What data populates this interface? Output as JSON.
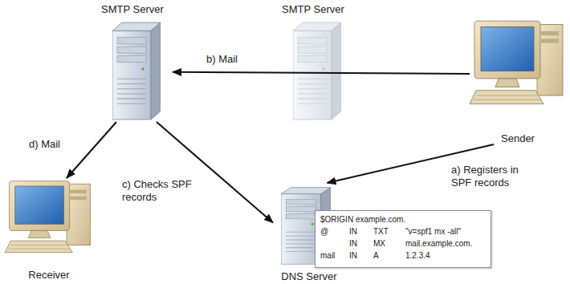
{
  "diagram": {
    "nodes": [
      {
        "text": [
          "SMTP Server"
        ]
      },
      {
        "text": [
          "SMTP Server"
        ]
      },
      {
        "text": [
          "Sender"
        ]
      },
      {
        "text": [
          "Receiver"
        ]
      },
      {
        "text": [
          "DNS Server"
        ]
      },
      {
        "text": [
          "$ORIGIN example.com.",
          "@",
          "IN",
          "TXT",
          "\"v=spf1 mx -all\"",
          "IN",
          "MX",
          "mail.example.com.",
          "mail",
          "IN",
          "A",
          "1.2.3.4"
        ]
      }
    ],
    "edges": [
      {
        "from": 2,
        "to": 0,
        "arrow": "to",
        "label": "b) Mail"
      },
      {
        "from": 2,
        "to": 4,
        "arrow": "to",
        "label": "a) Registers in SPF records"
      },
      {
        "from": 0,
        "to": 4,
        "arrow": "to",
        "label": "c) Checks SPF records"
      },
      {
        "from": 0,
        "to": 3,
        "arrow": "to",
        "label": "d) Mail"
      }
    ]
  }
}
